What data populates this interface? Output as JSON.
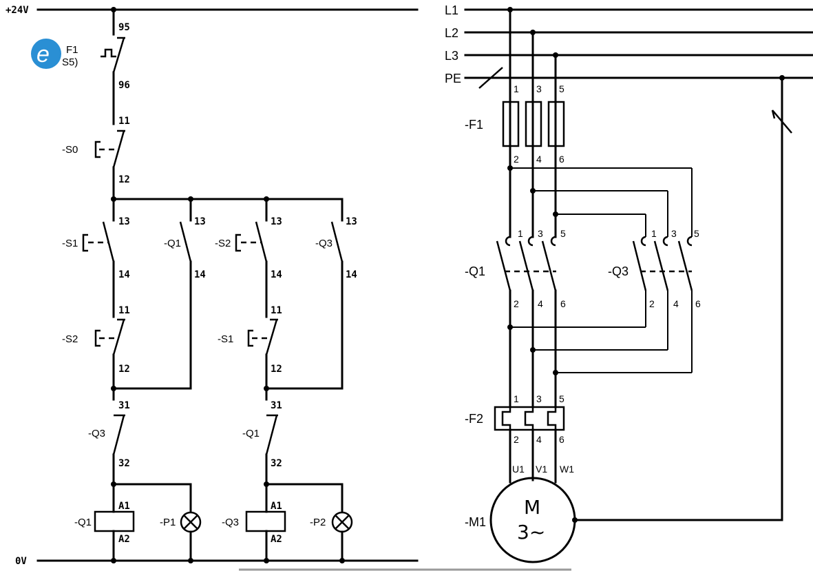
{
  "control": {
    "supply_top": "+24V",
    "supply_bottom": "0V",
    "f1_label": "F1",
    "f1_sub": "S5)",
    "s0": "-S0",
    "s1": "-S1",
    "s2": "-S2",
    "q1_contact": "-Q1",
    "q3_contact": "-Q3",
    "s2_nc": "-S2",
    "s1_nc": "-S1",
    "q3_nc": "-Q3",
    "q1_nc": "-Q1",
    "q1_coil": "-Q1",
    "q3_coil": "-Q3",
    "p1": "-P1",
    "p2": "-P2",
    "t95": "95",
    "t96": "96",
    "t11": "11",
    "t12": "12",
    "t13": "13",
    "t14": "14",
    "t31": "31",
    "t32": "32",
    "a1": "A1",
    "a2": "A2"
  },
  "power": {
    "l1": "L1",
    "l2": "L2",
    "l3": "L3",
    "pe": "PE",
    "f1": "-F1",
    "q1": "-Q1",
    "q3": "-Q3",
    "f2": "-F2",
    "m1": "-M1",
    "n1": "1",
    "n2": "2",
    "n3": "3",
    "n4": "4",
    "n5": "5",
    "n6": "6",
    "u1": "U1",
    "v1": "V1",
    "w1": "W1",
    "motor_m": "M",
    "motor_phase": "3~"
  },
  "logo": {
    "letter": "e",
    "color": "#2a8fd4"
  }
}
